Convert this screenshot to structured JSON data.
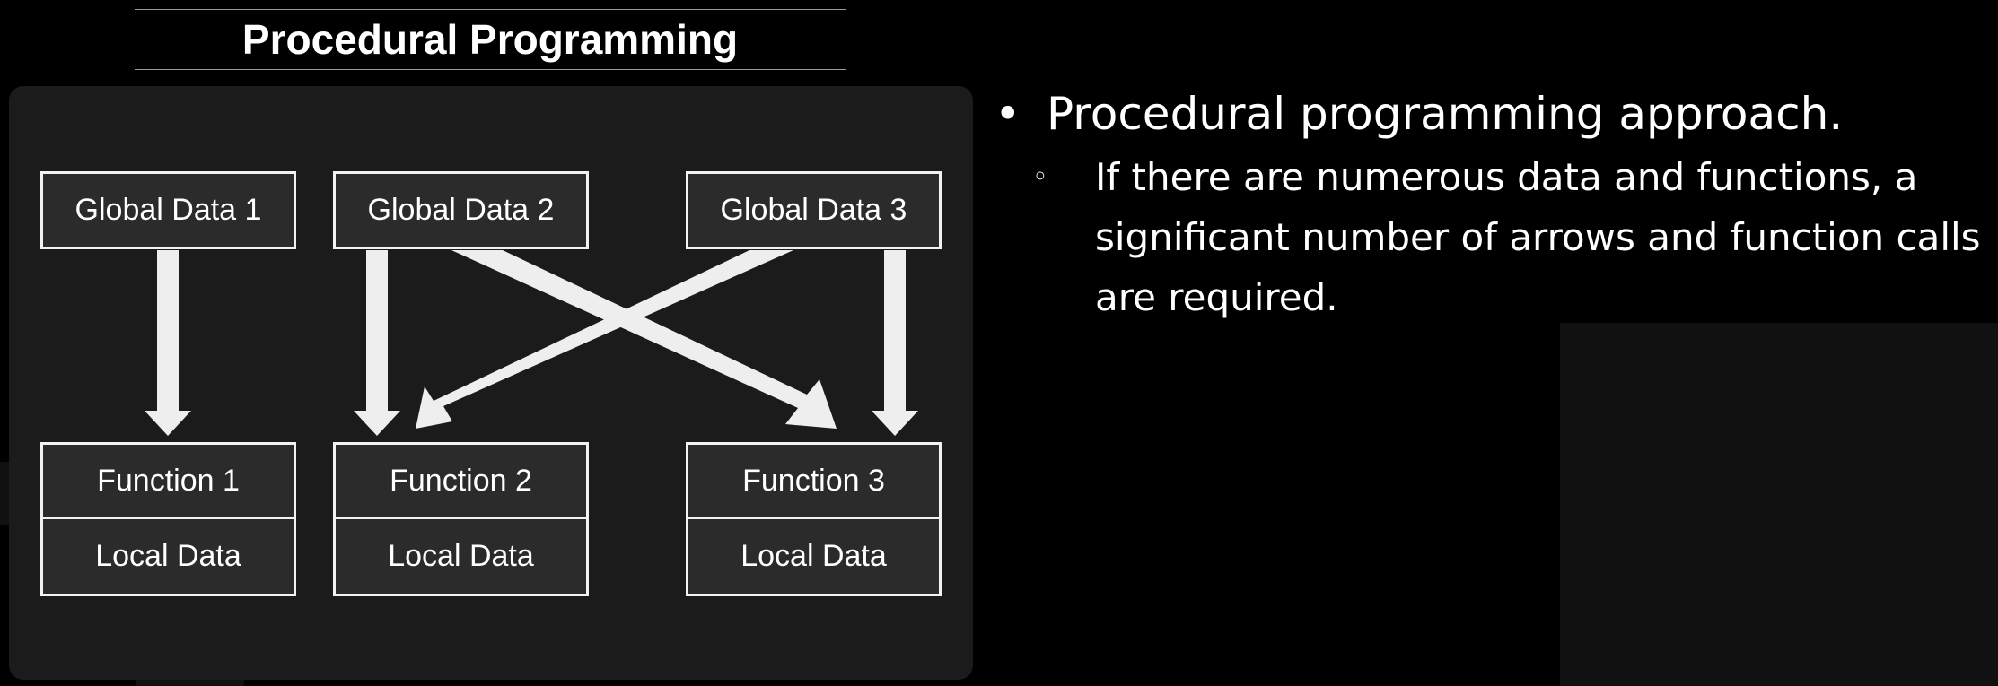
{
  "slide": {
    "title": "Procedural Programming"
  },
  "diagram": {
    "globals": [
      "Global Data 1",
      "Global Data 2",
      "Global Data 3"
    ],
    "functions": [
      "Function 1",
      "Function 2",
      "Function 3"
    ],
    "locals": [
      "Local Data",
      "Local Data",
      "Local Data"
    ],
    "arrow_color": "#eeeeee",
    "box_border_color": "#f2f2f2"
  },
  "bullets": {
    "marker_1": "•",
    "marker_2": "◦",
    "point_1": "Procedural programming approach.",
    "point_2": "If there are numerous data and functions, a significant number of arrows and function calls are required."
  }
}
